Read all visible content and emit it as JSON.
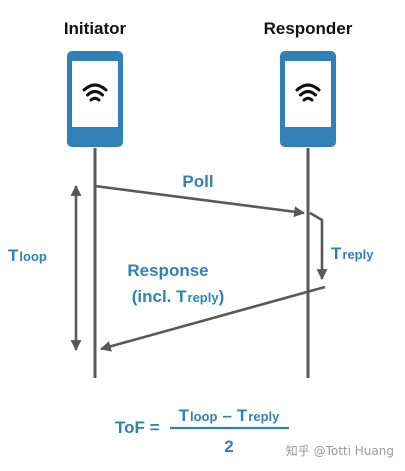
{
  "colors": {
    "accent_blue": "#2f81b7",
    "phone_frame": "#2f81b7",
    "line_gray": "#595959",
    "title_black": "#111111",
    "watermark_gray": "#9a9a9a"
  },
  "nodes": {
    "initiator": {
      "label": "Initiator",
      "icon": "wifi-icon"
    },
    "responder": {
      "label": "Responder",
      "icon": "wifi-icon"
    }
  },
  "messages": {
    "poll": {
      "label": "Poll"
    },
    "response": {
      "line1": "Response",
      "line2_prefix": "(incl. ",
      "line2_var": "T",
      "line2_sub": "reply",
      "line2_suffix": ")"
    }
  },
  "intervals": {
    "t_loop": {
      "var": "T",
      "sub": "loop"
    },
    "t_reply": {
      "var": "T",
      "sub": "reply"
    }
  },
  "formula": {
    "lhs": "ToF =",
    "num_var1": "T",
    "num_sub1": "loop",
    "minus": "–",
    "num_var2": "T",
    "num_sub2": "reply",
    "denominator": "2"
  },
  "watermark": "知乎 @Totti Huang"
}
